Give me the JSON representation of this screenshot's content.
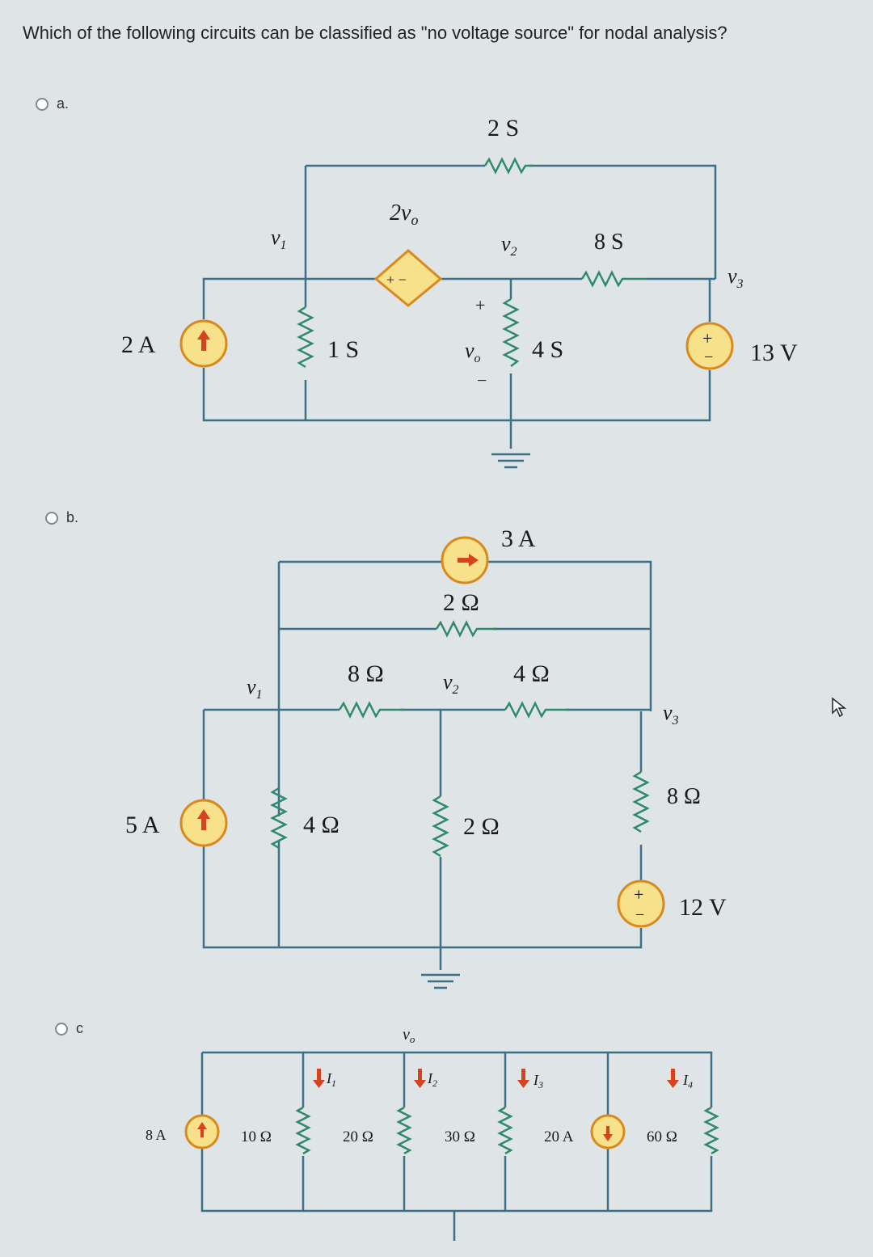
{
  "question": "Which of the following circuits can be classified as \"no voltage source\" for nodal analysis?",
  "options": [
    {
      "label": "a.",
      "selected": false
    },
    {
      "label": "b.",
      "selected": false
    },
    {
      "label": "c",
      "selected": false
    }
  ],
  "circuit_a": {
    "top_conductance": "2 S",
    "dep_source": "2v",
    "dep_source_sub": "o",
    "node1": "v",
    "node1_sub": "1",
    "node2": "v",
    "node2_sub": "2",
    "node3": "v",
    "node3_sub": "3",
    "right_conductance": "8 S",
    "left_current": "2 A",
    "mid_conductance": "1 S",
    "vo_label": "v",
    "vo_sub": "o",
    "plus": "+",
    "minus": "−",
    "ground_conductance": "4 S",
    "voltage_source": "13 V"
  },
  "circuit_b": {
    "top_current": "3 A",
    "top_resistor": "2 Ω",
    "node1": "v",
    "node1_sub": "1",
    "node2": "v",
    "node2_sub": "2",
    "node3": "v",
    "node3_sub": "3",
    "r_left_top": "8 Ω",
    "r_right_top": "4 Ω",
    "left_current": "5 A",
    "r_left_vertical": "4 Ω",
    "r_mid_vertical": "2 Ω",
    "r_right_vertical": "8 Ω",
    "voltage_source": "12 V",
    "plus": "+",
    "minus": "−"
  },
  "circuit_c": {
    "vo_label": "v",
    "vo_sub": "o",
    "left_current": "8 A",
    "r1": "10 Ω",
    "r2": "20 Ω",
    "r3": "30 Ω",
    "mid_current": "20 A",
    "r4": "60 Ω",
    "i1": "I",
    "i1_sub": "1",
    "i2": "I",
    "i2_sub": "2",
    "i3": "I",
    "i3_sub": "3",
    "i4": "I",
    "i4_sub": "4"
  },
  "colors": {
    "wire": "#3d6f85",
    "resistor": "#2f8a6a",
    "source_fill": "#f7e18a",
    "source_border": "#d88a1e",
    "arrow": "#d8421f"
  }
}
